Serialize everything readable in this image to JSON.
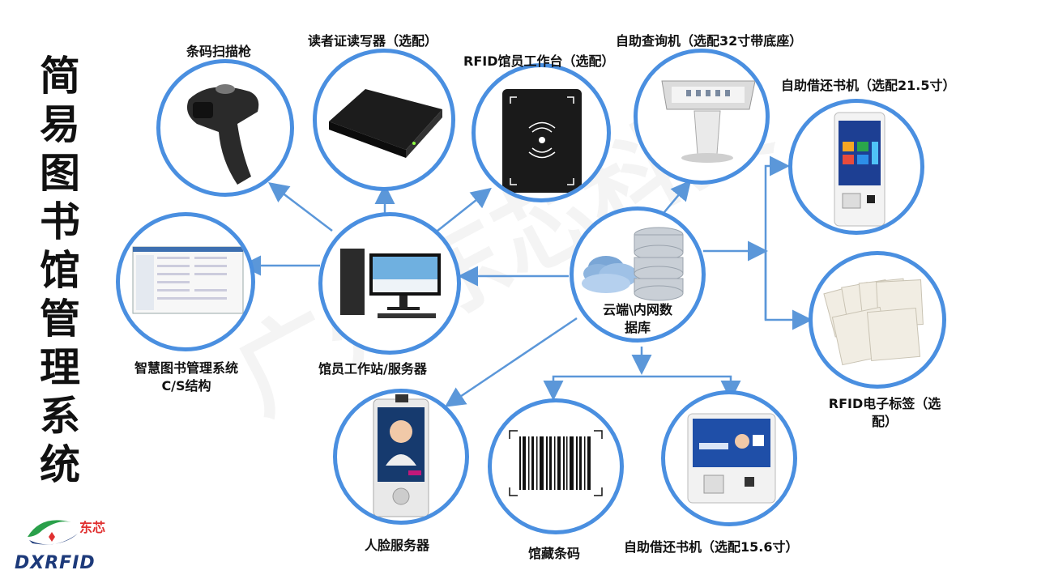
{
  "title": "简易图书馆管理系统",
  "watermark": "广州东芯科技",
  "logo": {
    "cn": "东芯",
    "en": "DXRFID"
  },
  "nodes": {
    "scanner": "条码扫描枪",
    "reader": "读者证读写器（选配）",
    "rfid_station": "RFID馆员工作台（选配）",
    "kiosk": "自助查询机（选配32寸带底座）",
    "self_checkout_21": "自助借还书机（选配21.5寸）",
    "rfid_tags_line1": "RFID电子标签（选",
    "rfid_tags_line2": "配）",
    "management_line1": "智慧图书管理系统",
    "management_line2": "C/S结构",
    "workstation": "馆员工作站/服务器",
    "cloud_line1": "云端\\内网数",
    "cloud_line2": "据库",
    "face_server": "人脸服务器",
    "barcode": "馆藏条码",
    "self_checkout_15": "自助借还书机（选配15.6寸）"
  },
  "colors": {
    "accent": "#4a8fe0",
    "arrow": "#5b97d9"
  }
}
